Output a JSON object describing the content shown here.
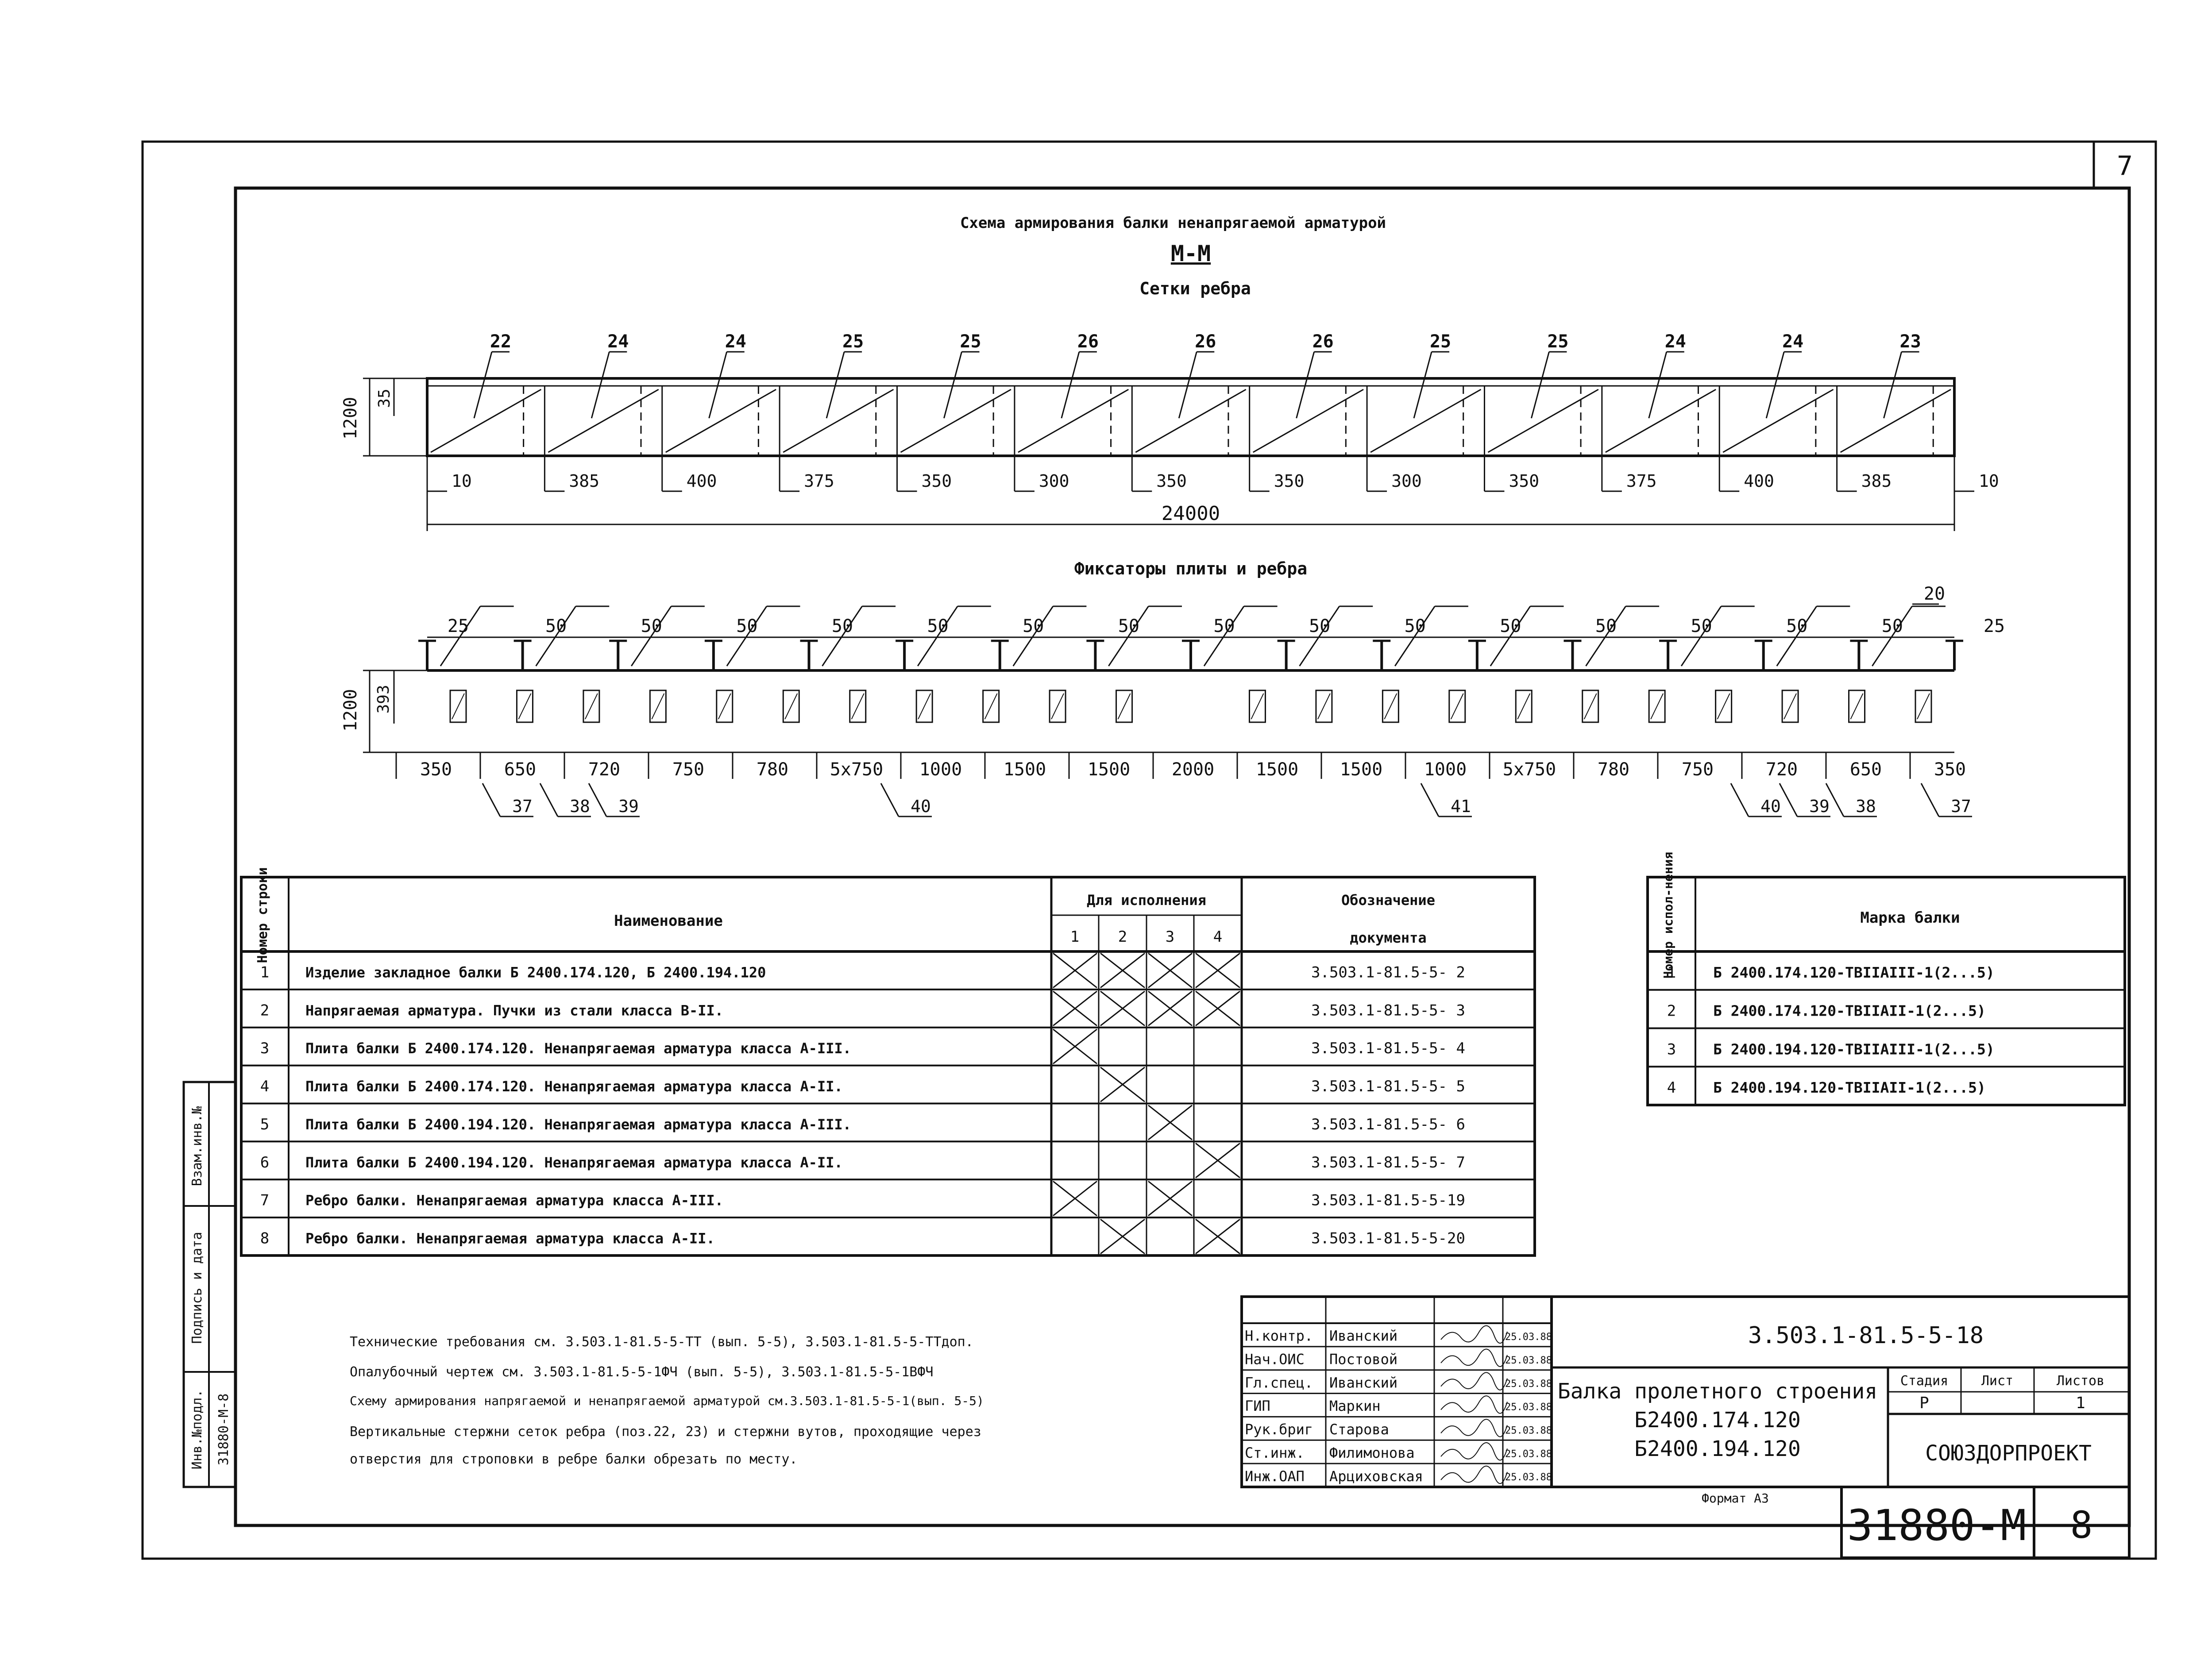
{
  "sheet_corner_number": "7",
  "drawing": {
    "title": "Схема армирования балки ненапрягаемой арматурой",
    "section_label": "М-М",
    "top": {
      "subtitle": "Сетки ребра",
      "height_label": "1200",
      "cover_label": "35",
      "length_label": "24000",
      "mesh_marks": [
        "22",
        "24",
        "24",
        "25",
        "25",
        "26",
        "26",
        "26",
        "25",
        "25",
        "24",
        "24",
        "23"
      ],
      "gap_labels": [
        "10",
        "385",
        "400",
        "375",
        "350",
        "300",
        "350",
        "350",
        "300",
        "350",
        "375",
        "400",
        "385",
        "10"
      ]
    },
    "bottom": {
      "subtitle": "Фиксаторы плиты и ребра",
      "height_label": "1200",
      "offset_label": "393",
      "top_labels": [
        "25",
        "50",
        "50",
        "50",
        "50",
        "50",
        "50",
        "50",
        "50",
        "50",
        "50",
        "50",
        "50",
        "50",
        "50",
        "50",
        "25"
      ],
      "top_extra_label": "20",
      "spacing_labels": [
        "350",
        "650",
        "720",
        "750",
        "780",
        "5x750",
        "1000",
        "1500",
        "1500",
        "2000",
        "1500",
        "1500",
        "1000",
        "5x750",
        "780",
        "750",
        "720",
        "650",
        "350"
      ],
      "mark_labels": [
        "37",
        "38",
        "39",
        "40",
        "41",
        "40",
        "39",
        "38",
        "37"
      ]
    }
  },
  "spec_table": {
    "headers": {
      "num": "Номер строки",
      "name": "Наименование",
      "exec": "Для исполнения",
      "doc": "Обозначение документа",
      "exec_cols": [
        "1",
        "2",
        "3",
        "4"
      ]
    },
    "rows": [
      {
        "n": "1",
        "name": "Изделие закладное балки Б 2400.174.120, Б 2400.194.120",
        "doc": "3.503.1-81.5-5- 2",
        "x": [
          1,
          1,
          1,
          1
        ]
      },
      {
        "n": "2",
        "name": "Напрягаемая арматура. Пучки из стали класса В-II.",
        "doc": "3.503.1-81.5-5- 3",
        "x": [
          1,
          1,
          1,
          1
        ]
      },
      {
        "n": "3",
        "name": "Плита балки Б 2400.174.120. Ненапрягаемая арматура класса А-III.",
        "doc": "3.503.1-81.5-5- 4",
        "x": [
          1,
          0,
          0,
          0
        ]
      },
      {
        "n": "4",
        "name": "Плита балки Б 2400.174.120. Ненапрягаемая арматура класса А-II.",
        "doc": "3.503.1-81.5-5- 5",
        "x": [
          0,
          1,
          0,
          0
        ]
      },
      {
        "n": "5",
        "name": "Плита балки Б 2400.194.120. Ненапрягаемая арматура класса А-III.",
        "doc": "3.503.1-81.5-5- 6",
        "x": [
          0,
          0,
          1,
          0
        ]
      },
      {
        "n": "6",
        "name": "Плита балки Б 2400.194.120. Ненапрягаемая арматура класса А-II.",
        "doc": "3.503.1-81.5-5- 7",
        "x": [
          0,
          0,
          0,
          1
        ]
      },
      {
        "n": "7",
        "name": "Ребро балки. Ненапрягаемая арматура класса А-III.",
        "doc": "3.503.1-81.5-5-19",
        "x": [
          1,
          0,
          1,
          0
        ]
      },
      {
        "n": "8",
        "name": "Ребро балки. Ненапрягаемая арматура класса А-II.",
        "doc": "3.503.1-81.5-5-20",
        "x": [
          0,
          1,
          0,
          1
        ]
      }
    ]
  },
  "variant_table": {
    "headers": {
      "num": "Номер испол-нения",
      "mark": "Марка балки"
    },
    "rows": [
      {
        "n": "1",
        "mark": "Б 2400.174.120-ТВIIАIII-1(2...5)"
      },
      {
        "n": "2",
        "mark": "Б 2400.174.120-ТВIIАII-1(2...5)"
      },
      {
        "n": "3",
        "mark": "Б 2400.194.120-ТВIIАIII-1(2...5)"
      },
      {
        "n": "4",
        "mark": "Б 2400.194.120-ТВIIАII-1(2...5)"
      }
    ]
  },
  "notes": [
    "Технические требования см. 3.503.1-81.5-5-ТТ (вып. 5-5), 3.503.1-81.5-5-ТТдоп.",
    "Опалубочный чертеж см. 3.503.1-81.5-5-1ФЧ (вып. 5-5), 3.503.1-81.5-5-1ВФЧ",
    "Схему армирования напрягаемой и ненапрягаемой арматурой см.3.503.1-81.5-5-1(вып. 5-5)",
    "Вертикальные стержни сеток ребра (поз.22, 23) и стержни вутов, проходящие через",
    "отверстия для строповки в ребре балки обрезать по месту."
  ],
  "side_stamp": {
    "labels": [
      "Взам.инв.№",
      "Подпись и дата",
      "Инв.№подл."
    ],
    "inv_value": "31880-М-8"
  },
  "title_block": {
    "doc_code": "3.503.1-81.5-5-18",
    "title_lines": [
      "Балка пролетного строения",
      "Б2400.174.120",
      "Б2400.194.120"
    ],
    "stage_header": "Стадия",
    "sheet_header": "Лист",
    "sheets_header": "Листов",
    "stage_value": "Р",
    "sheet_value": "",
    "sheets_value": "1",
    "organization": "СОЮЗДОРПРОЕКТ",
    "signers": [
      {
        "role": "Н.контр.",
        "name": "Иванский",
        "date": "25.03.88"
      },
      {
        "role": "Нач.ОИС",
        "name": "Постовой",
        "date": "25.03.88"
      },
      {
        "role": "Гл.спец.",
        "name": "Иванский",
        "date": "25.03.88"
      },
      {
        "role": "ГИП",
        "name": "Маркин",
        "date": "25.03.88"
      },
      {
        "role": "Рук.бриг",
        "name": "Старова",
        "date": "25.03.88"
      },
      {
        "role": "Ст.инж.",
        "name": "Филимонова",
        "date": "25.03.88"
      },
      {
        "role": "Инж.ОАП",
        "name": "Арциховская",
        "date": "25.03.88"
      }
    ],
    "format_label": "Формат А3",
    "archive_number": "31880-М",
    "page_number": "8"
  }
}
